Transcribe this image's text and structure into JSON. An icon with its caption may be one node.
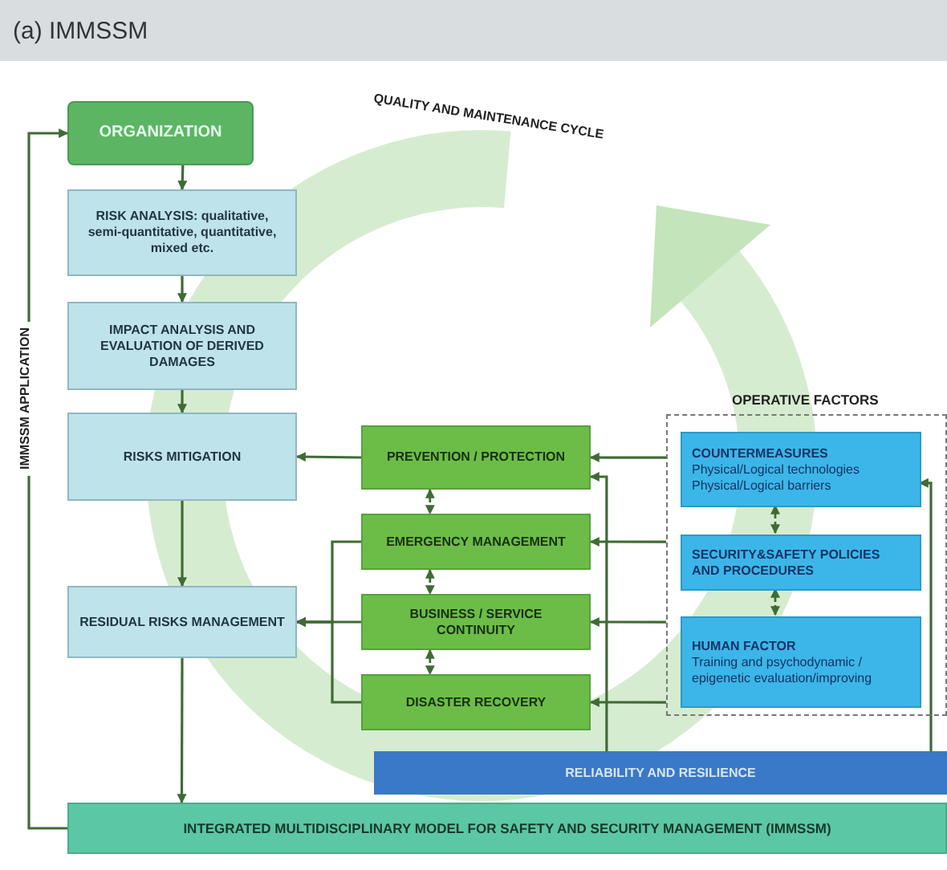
{
  "diagram": {
    "title": "(a) IMMSSM",
    "nodes": [
      {
        "text": [
          "ORGANIZATION"
        ]
      },
      {
        "text": [
          "RISK ANALYSIS: qualitative, semi-quantitative, quantitative, mixed etc."
        ]
      },
      {
        "text": [
          "IMPACT ANALYSIS AND EVALUATION OF DERIVED DAMAGES"
        ]
      },
      {
        "text": [
          "RISKS MITIGATION"
        ]
      },
      {
        "text": [
          "RESIDUAL RISKS MANAGEMENT"
        ]
      },
      {
        "text": [
          "PREVENTION / PROTECTION"
        ]
      },
      {
        "text": [
          "EMERGENCY MANAGEMENT"
        ]
      },
      {
        "text": [
          "BUSINESS / SERVICE CONTINUITY"
        ]
      },
      {
        "text": [
          "DISASTER RECOVERY"
        ]
      },
      {
        "text": [
          "OPERATIVE FACTORS"
        ]
      },
      {
        "text": [
          "COUNTERMEASURES",
          "Physical/Logical technologies",
          "Physical/Logical barriers"
        ],
        "in": 9
      },
      {
        "text": [
          "SECURITY&SAFETY POLICIES AND PROCEDURES"
        ],
        "in": 9
      },
      {
        "text": [
          "HUMAN FACTOR",
          "Training and psychodynamic / epigenetic evaluation/improving"
        ],
        "in": 9
      },
      {
        "text": [
          "RELIABILITY AND RESILIENCE"
        ]
      },
      {
        "text": [
          "INTEGRATED MULTIDISCIPLINARY MODEL FOR SAFETY AND SECURITY MANAGEMENT (IMMSSM)"
        ]
      }
    ],
    "edges": [
      {
        "from": 0,
        "to": 1,
        "arrow": "to"
      },
      {
        "from": 1,
        "to": 2,
        "arrow": "to"
      },
      {
        "from": 2,
        "to": 3,
        "arrow": "to"
      },
      {
        "from": 3,
        "to": 4,
        "arrow": "to"
      },
      {
        "from": 4,
        "to": 14,
        "arrow": "to"
      },
      {
        "from": 14,
        "to": 0,
        "arrow": "to"
      },
      {
        "from": 5,
        "to": 3,
        "arrow": "to"
      },
      {
        "from": 6,
        "to": 4,
        "arrow": "to"
      },
      {
        "from": 7,
        "to": 4,
        "arrow": "to"
      },
      {
        "from": 8,
        "to": 4,
        "arrow": "to"
      },
      {
        "from": 5,
        "to": 6,
        "arrow": "both",
        "style": "dashed"
      },
      {
        "from": 6,
        "to": 7,
        "arrow": "both",
        "style": "dashed"
      },
      {
        "from": 7,
        "to": 8,
        "arrow": "both",
        "style": "dashed"
      },
      {
        "from": 13,
        "to": 5,
        "arrow": "to"
      },
      {
        "from": 9,
        "to": 5,
        "arrow": "to"
      },
      {
        "from": 9,
        "to": 6,
        "arrow": "to"
      },
      {
        "from": 9,
        "to": 7,
        "arrow": "to"
      },
      {
        "from": 9,
        "to": 8,
        "arrow": "to"
      },
      {
        "from": 10,
        "to": 11,
        "arrow": "both",
        "style": "dashed"
      },
      {
        "from": 11,
        "to": 12,
        "arrow": "both",
        "style": "dashed"
      },
      {
        "from": 13,
        "to": 10,
        "arrow": "to"
      }
    ],
    "labels": [
      "QUALITY AND MAINTENANCE CYCLE",
      "IMMSSM APPLICATION"
    ]
  }
}
